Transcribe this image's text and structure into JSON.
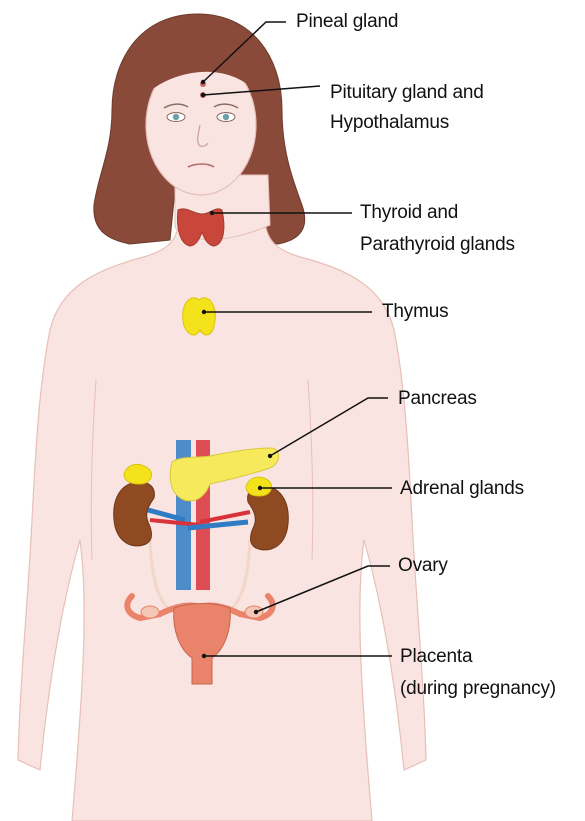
{
  "labels": {
    "pineal": "Pineal gland",
    "pituitary_1": "Pituitary gland and",
    "pituitary_2": "Hypothalamus",
    "thyroid_1": "Thyroid and",
    "thyroid_2": "Parathyroid glands",
    "thymus": "Thymus",
    "pancreas": "Pancreas",
    "adrenal": "Adrenal glands",
    "ovary": "Ovary",
    "placenta_1": "Placenta",
    "placenta_2": "(during pregnancy)"
  },
  "colors": {
    "skin": "#f9e4e1",
    "skin_outline": "#e8bfb8",
    "hair": "#8a4a3a",
    "thyroid": "#c8473a",
    "thymus": "#f4e31a",
    "pancreas": "#f6ea5c",
    "kidney": "#8f4a22",
    "artery": "#d8323a",
    "vein": "#2f7bc4",
    "uterus": "#e9836a"
  }
}
